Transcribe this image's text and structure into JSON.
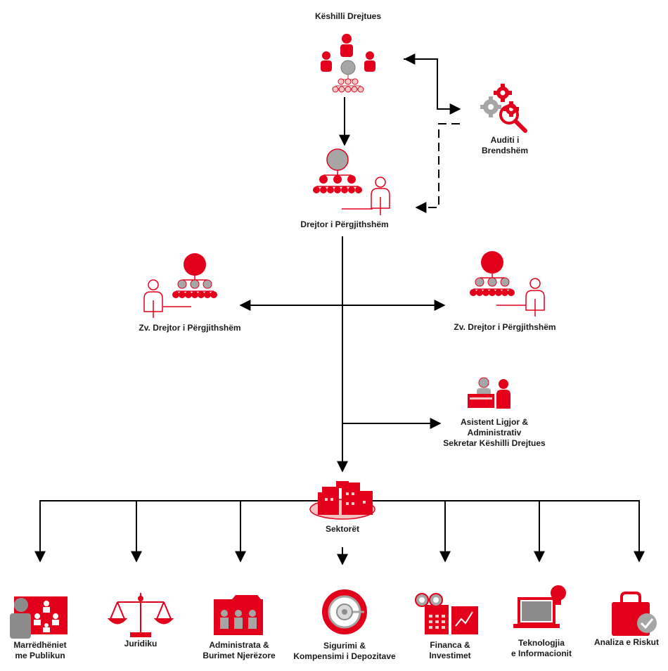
{
  "colors": {
    "red": "#e3001b",
    "gray": "#a6a6a6",
    "line": "#000000",
    "pink": "#f6c7c7"
  },
  "nodes": {
    "board": {
      "label": "Këshilli Drejtues",
      "icon": "board-hierarchy-icon"
    },
    "audit": {
      "label_1": "Auditi i",
      "label_2": "Brendshëm",
      "icon": "gears-magnifier-icon"
    },
    "director": {
      "label": "Drejtor i Përgjithshëm",
      "icon": "director-hierarchy-icon"
    },
    "deputy_left": {
      "label": "Zv. Drejtor i Përgjithshëm",
      "icon": "deputy-hierarchy-icon"
    },
    "deputy_right": {
      "label": "Zv. Drejtor i Përgjithshëm",
      "icon": "deputy-hierarchy-icon"
    },
    "assistant": {
      "label_1": "Asistent Ligjor &",
      "label_2": "Administrativ",
      "label_3": "Sekretar Këshilli Drejtues",
      "icon": "desk-assistant-icon"
    },
    "sectors": {
      "label": "Sektorët",
      "icon": "buildings-icon"
    }
  },
  "departments": [
    {
      "label_1": "Marrëdhëniet",
      "label_2": "me Publikun",
      "icon": "public-relations-icon"
    },
    {
      "label_1": "Juridiku",
      "label_2": "",
      "icon": "scales-icon"
    },
    {
      "label_1": "Administrata &",
      "label_2": "Burimet Njerëzore",
      "icon": "hr-folder-icon"
    },
    {
      "label_1": "Sigurimi &",
      "label_2": "Kompensimi i Depozitave",
      "icon": "vault-icon"
    },
    {
      "label_1": "Financa &",
      "label_2": "Investimet",
      "icon": "finance-binoculars-icon"
    },
    {
      "label_1": "Teknologjia",
      "label_2": "e Informacionit",
      "icon": "laptop-bulb-icon"
    },
    {
      "label_1": "Analiza e Riskut",
      "label_2": "",
      "icon": "risk-bag-check-icon"
    }
  ]
}
